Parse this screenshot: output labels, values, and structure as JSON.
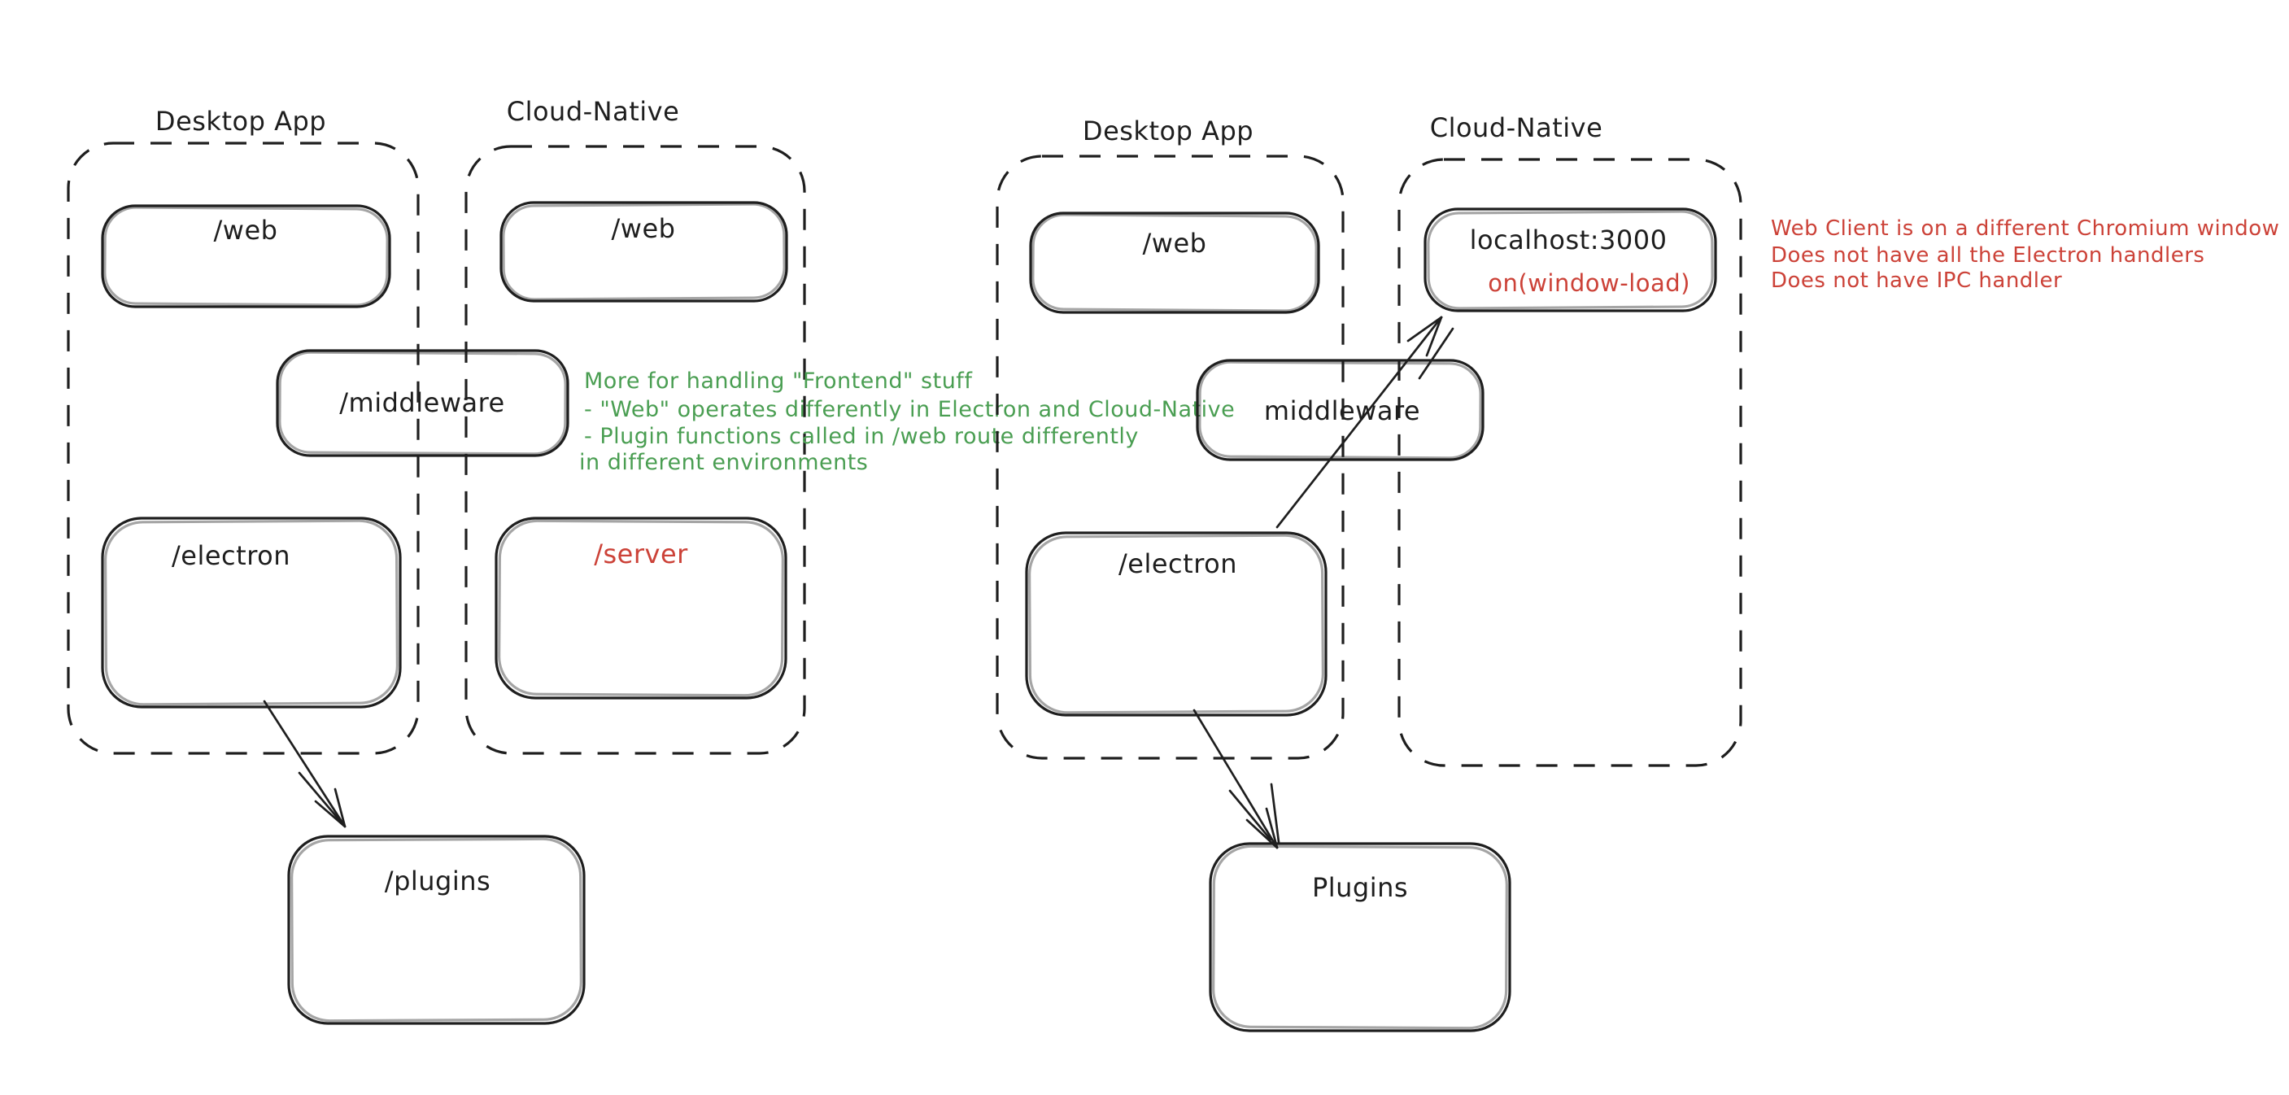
{
  "canvas": {
    "background": "#ffffff"
  },
  "colors": {
    "ink": "#1e1e1e",
    "green": "#4a9e52",
    "red": "#cc4238"
  },
  "left": {
    "desktop_app": {
      "title": "Desktop App",
      "web_label": "/web",
      "electron_label": "/electron"
    },
    "cloud_native": {
      "title": "Cloud-Native",
      "web_label": "/web",
      "server_label": "/server"
    },
    "middleware_label": "/middleware",
    "plugins_label": "/plugins",
    "green_note": {
      "line1": "More for handling \"Frontend\" stuff",
      "line2": "- \"Web\" operates differently in Electron and Cloud-Native",
      "line3": "- Plugin functions called in /web route differently",
      "line4": "in different environments"
    }
  },
  "right": {
    "desktop_app": {
      "title": "Desktop App",
      "web_label": "/web",
      "electron_label": "/electron"
    },
    "cloud_native": {
      "title": "Cloud-Native",
      "localhost_label": "localhost:3000",
      "window_load_label": "on(window-load)"
    },
    "middleware_label": "middleware",
    "plugins_label": "Plugins",
    "red_note": {
      "line1": "Web Client is on a different Chromium window",
      "line2": "Does not have all the Electron handlers",
      "line3": "Does not have IPC handler"
    }
  }
}
